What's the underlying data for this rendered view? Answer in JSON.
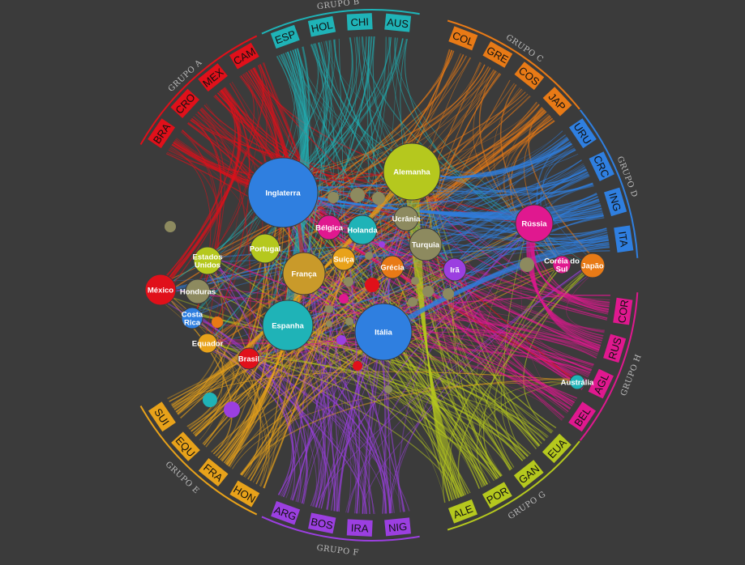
{
  "colors": {
    "background": "#3b3b3b",
    "group_a": "#e0101a",
    "group_b": "#1fb3b7",
    "group_c": "#e87a16",
    "group_d": "#2f7fe0",
    "group_e": "#e8a21a",
    "group_f": "#9b3fe0",
    "group_g": "#b5c81e",
    "group_h": "#e0188f",
    "club_olive": "#8d8a5f"
  },
  "groups": [
    {
      "label": "GRUPO A",
      "color": "#e0101a",
      "teams": [
        "BRA",
        "CRO",
        "MEX",
        "CAM"
      ]
    },
    {
      "label": "GRUPO B",
      "color": "#1fb3b7",
      "teams": [
        "ESP",
        "HOL",
        "CHI",
        "AUS"
      ]
    },
    {
      "label": "GRUPO C",
      "color": "#e87a16",
      "teams": [
        "COL",
        "GRE",
        "COS",
        "JAP"
      ]
    },
    {
      "label": "GRUPO D",
      "color": "#2f7fe0",
      "teams": [
        "URU",
        "CRC",
        "ING",
        "ITA"
      ]
    },
    {
      "label": "GRUPO E",
      "color": "#e8a21a",
      "teams": [
        "SUI",
        "EQU",
        "FRA",
        "HON"
      ]
    },
    {
      "label": "GRUPO F",
      "color": "#9b3fe0",
      "teams": [
        "ARG",
        "BOS",
        "IRA",
        "NIG"
      ]
    },
    {
      "label": "GRUPO G",
      "color": "#b5c81e",
      "teams": [
        "ALE",
        "POR",
        "GAN",
        "EUA"
      ]
    },
    {
      "label": "GRUPO H",
      "color": "#e0188f",
      "teams": [
        "BEL",
        "AGL",
        "RUS",
        "COR"
      ]
    }
  ],
  "leagues": [
    {
      "label": "Inglaterra",
      "color": "#2f7fe0",
      "size": 43
    },
    {
      "label": "Alemanha",
      "color": "#b5c81e",
      "size": 35
    },
    {
      "label": "Itália",
      "color": "#2f7fe0",
      "size": 35
    },
    {
      "label": "Espanha",
      "color": "#1fb3b7",
      "size": 31
    },
    {
      "label": "França",
      "color": "#c99a2a",
      "size": 26
    },
    {
      "label": "Rússia",
      "color": "#e0188f",
      "size": 23
    },
    {
      "label": "Turquia",
      "color": "#8d8a5f",
      "size": 20
    },
    {
      "label": "Portugal",
      "color": "#b5c81e",
      "size": 18
    },
    {
      "label": "Holanda",
      "color": "#1fb3b7",
      "size": 18
    },
    {
      "label": "Estados Unidos",
      "color": "#b5c81e",
      "size": 17
    },
    {
      "label": "México",
      "color": "#e0101a",
      "size": 19
    },
    {
      "label": "Suíça",
      "color": "#e8a21a",
      "size": 14
    },
    {
      "label": "Grécia",
      "color": "#e87a16",
      "size": 14
    },
    {
      "label": "Bélgica",
      "color": "#e0188f",
      "size": 15
    },
    {
      "label": "Ucrânia",
      "color": "#8d8a5f",
      "size": 15
    },
    {
      "label": "Honduras",
      "color": "#8d8a5f",
      "size": 15
    },
    {
      "label": "Japão",
      "color": "#e87a16",
      "size": 15
    },
    {
      "label": "Irã",
      "color": "#9b3fe0",
      "size": 14
    },
    {
      "label": "Brasil",
      "color": "#e0101a",
      "size": 13
    },
    {
      "label": "Costa Rica",
      "color": "#2f7fe0",
      "size": 13
    },
    {
      "label": "Equador",
      "color": "#e8a21a",
      "size": 12
    },
    {
      "label": "Coréia do Sul",
      "color": "#e0188f",
      "size": 11
    },
    {
      "label": "Austrália",
      "color": "#1fb3b7",
      "size": 9
    }
  ]
}
